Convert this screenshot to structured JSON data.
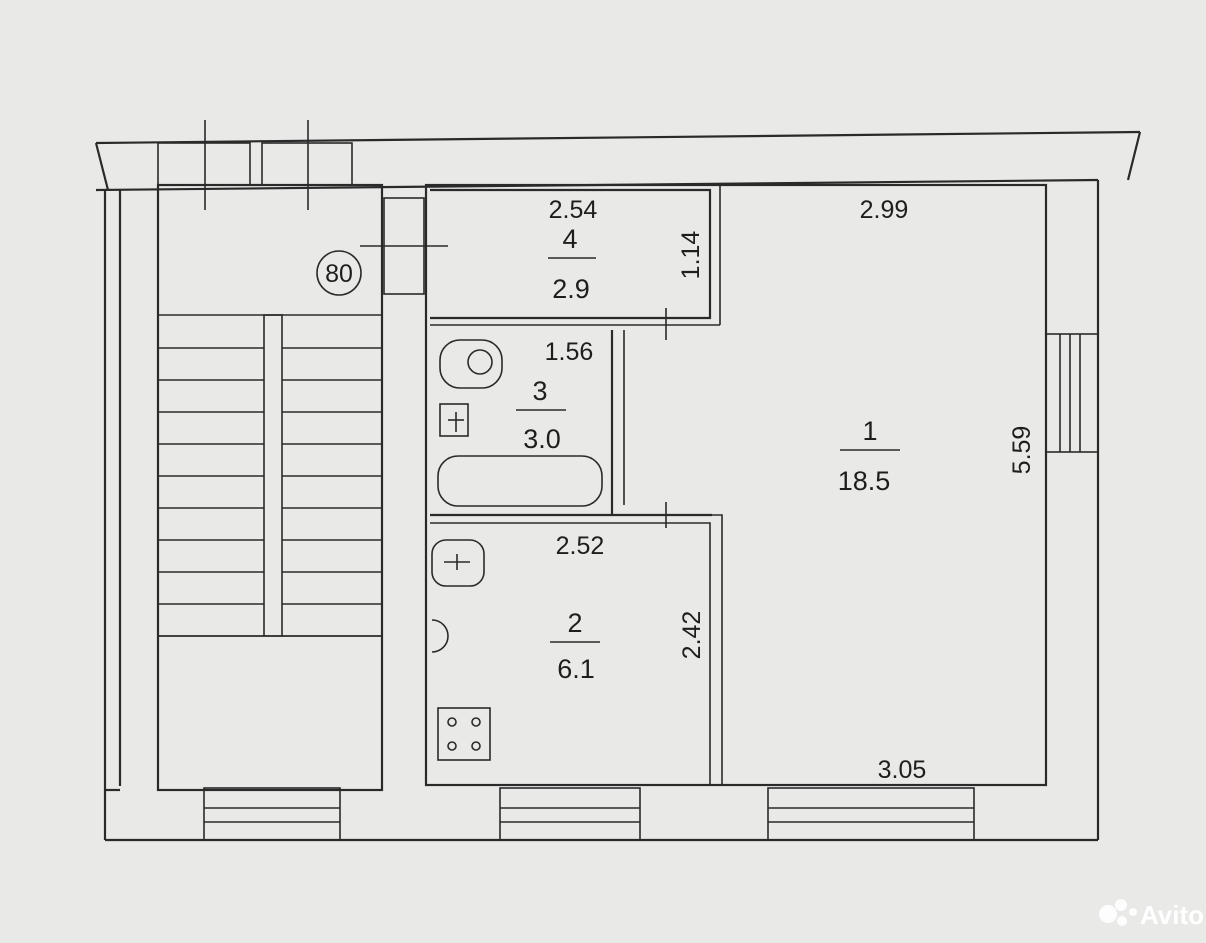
{
  "apartment_number": "80",
  "rooms": [
    {
      "number": "1",
      "area": "18.5",
      "dims": [
        "2.99",
        "5.59",
        "3.05"
      ]
    },
    {
      "number": "2",
      "area": "6.1",
      "dims": [
        "2.52",
        "2.42"
      ]
    },
    {
      "number": "3",
      "area": "3.0",
      "dims": [
        "1.56"
      ]
    },
    {
      "number": "4",
      "area": "2.9",
      "dims": [
        "2.54",
        "1.14"
      ]
    }
  ],
  "watermark": "Avito"
}
